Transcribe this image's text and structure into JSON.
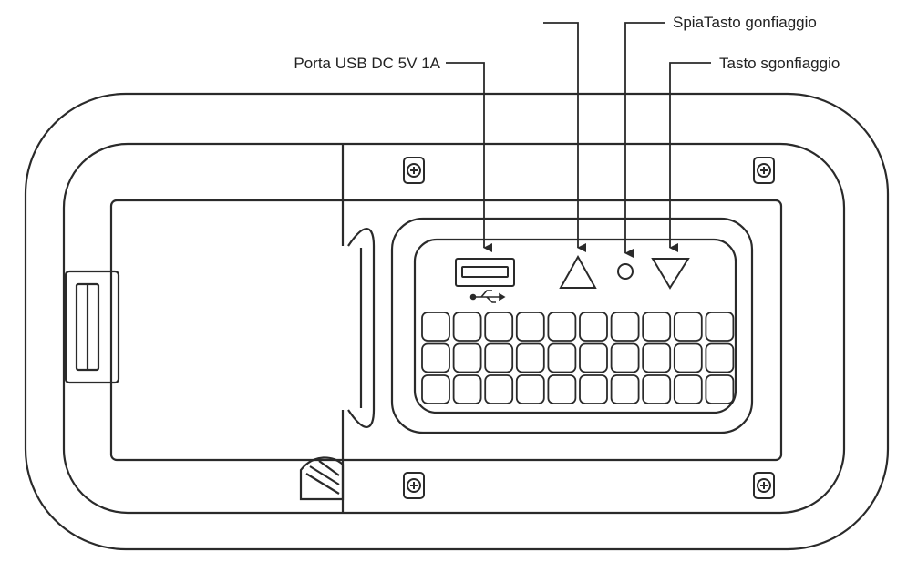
{
  "labels": {
    "usb_port": "Porta USB DC 5V 1A",
    "indicator_inflate": "SpiaTasto gonfiaggio",
    "deflate_button": "Tasto sgonfiaggio"
  },
  "colors": {
    "line": "#2a2a2a",
    "background": "#ffffff"
  },
  "icons": {
    "usb_symbol": "usb-icon",
    "inflate": "triangle-up-icon",
    "deflate": "triangle-down-icon",
    "indicator": "led-circle-icon"
  }
}
